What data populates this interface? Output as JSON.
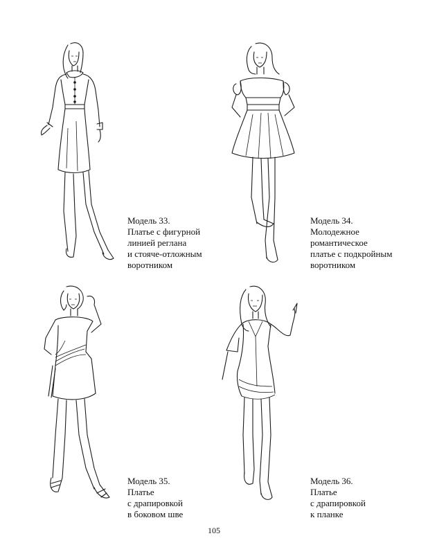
{
  "models": [
    {
      "title": "Модель 33.",
      "lines": [
        "Платье с фигурной",
        "линией реглана",
        "и стояче-отложным",
        "воротником"
      ]
    },
    {
      "title": "Модель 34.",
      "lines": [
        "Молодежное",
        "романтическое",
        "платье с подкройным",
        "воротником"
      ]
    },
    {
      "title": "Модель 35.",
      "lines": [
        "Платье",
        "с драпировкой",
        "в боковом шве"
      ]
    },
    {
      "title": "Модель 36.",
      "lines": [
        "Платье",
        "с драпировкой",
        "к планке"
      ]
    }
  ],
  "page_number": "105"
}
